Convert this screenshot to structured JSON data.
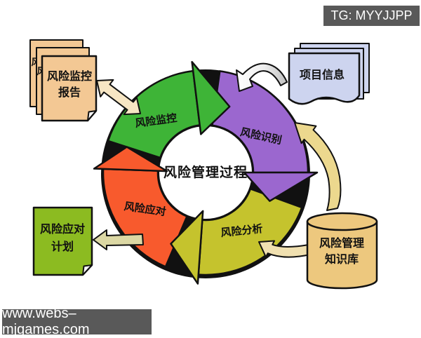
{
  "watermarks": {
    "tg_label": "TG: MYYJJPP",
    "site_label": "www.webs–mjgames.com",
    "bg_color": "#595959",
    "text_color": "#ffffff"
  },
  "diagram": {
    "center_label": "风险管理过程",
    "cycle_segments": [
      {
        "id": "monitoring",
        "label": "风险监控",
        "color": "#3eb437"
      },
      {
        "id": "identification",
        "label": "风险识别",
        "color": "#9b67cf"
      },
      {
        "id": "analysis",
        "label": "风险分析",
        "color": "#c5c32d"
      },
      {
        "id": "response",
        "label": "风险应对",
        "color": "#f85a2d"
      }
    ],
    "nodes": {
      "monitor_report": {
        "line1": "风险监控",
        "line2": "报告",
        "partial_char": "风",
        "color": "#f3c894"
      },
      "project_info": {
        "label": "项目信息",
        "color": "#cdd4ef"
      },
      "knowledge_base": {
        "line1": "风险管理",
        "line2": "知识库",
        "color": "#edc87e"
      },
      "response_plan": {
        "line1": "风险应对",
        "line2": "计划",
        "color": "#8cbb21"
      }
    },
    "connector_colors": {
      "double_arrow": "#f7e6c4",
      "plan_arrow": "#dcd8a4",
      "kb_ribbon": "#ecd88e",
      "kb_arc": "#f0e0b0"
    }
  }
}
